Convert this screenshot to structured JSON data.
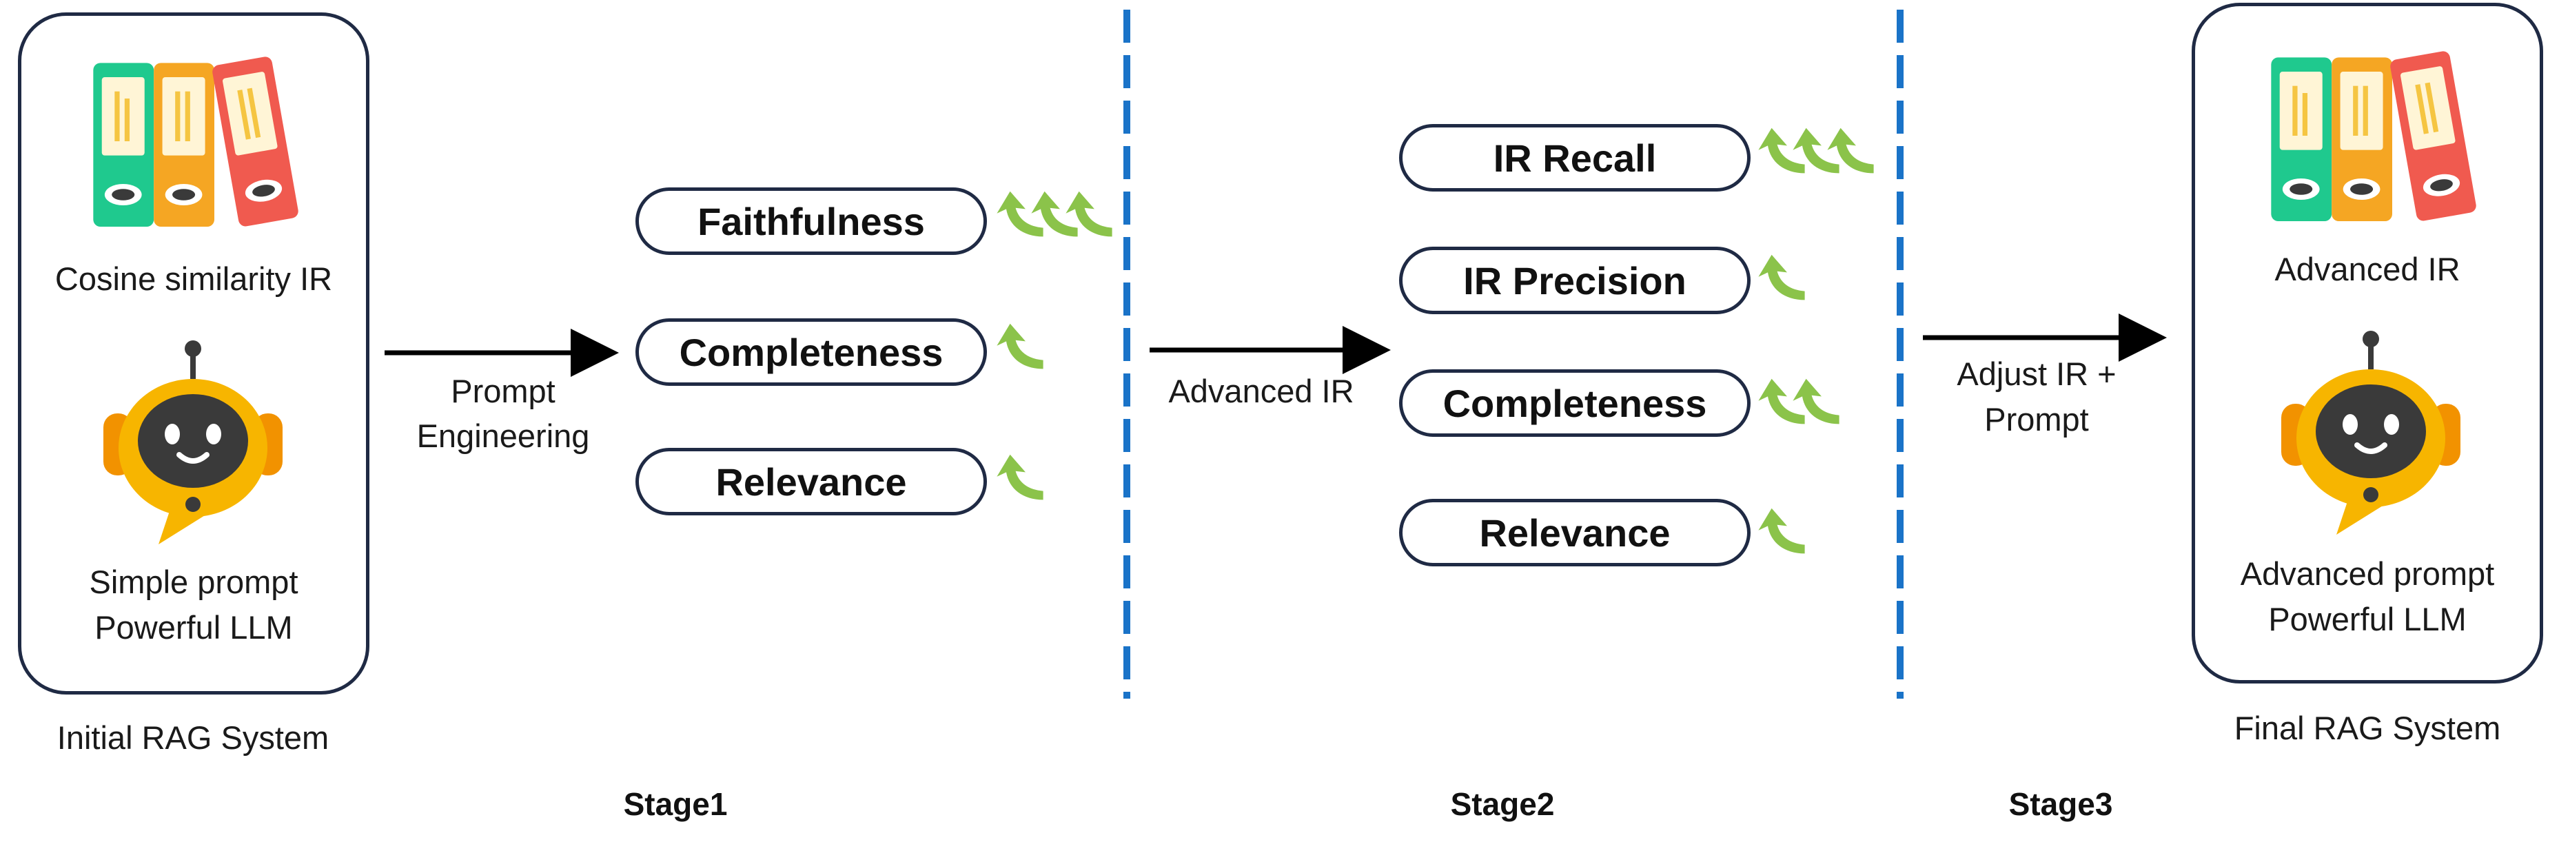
{
  "initial_system": {
    "ir_label": "Cosine similarity IR",
    "prompt_label_line1": "Simple prompt",
    "prompt_label_line2": "Powerful LLM",
    "caption": "Initial RAG System"
  },
  "final_system": {
    "ir_label": "Advanced IR",
    "prompt_label_line1": "Advanced prompt",
    "prompt_label_line2": "Powerful LLM",
    "caption": "Final RAG System"
  },
  "transitions": {
    "t1_line1": "Prompt",
    "t1_line2": "Engineering",
    "t2": "Advanced IR",
    "t3_line1": "Adjust IR +",
    "t3_line2": "Prompt"
  },
  "stage1": {
    "name": "Stage1",
    "metrics": [
      {
        "label": "Faithfulness",
        "arrows": 3
      },
      {
        "label": "Completeness",
        "arrows": 1
      },
      {
        "label": "Relevance",
        "arrows": 1
      }
    ]
  },
  "stage2": {
    "name": "Stage2",
    "metrics": [
      {
        "label": "IR Recall",
        "arrows": 3
      },
      {
        "label": "IR Precision",
        "arrows": 1
      },
      {
        "label": "Completeness",
        "arrows": 2
      },
      {
        "label": "Relevance",
        "arrows": 1
      }
    ]
  },
  "stage3": {
    "name": "Stage3"
  },
  "colors": {
    "outline": "#1f2a44",
    "divider": "#1a73c8",
    "improvement_arrow": "#8bc34a",
    "binder_green": "#1fc98e",
    "binder_orange": "#f5a623",
    "binder_red": "#f05a4f",
    "robot_yellow": "#f7b500",
    "robot_face": "#3a3a3a"
  },
  "icons": [
    "binders-icon",
    "robot-icon",
    "up-arrow-icon"
  ]
}
